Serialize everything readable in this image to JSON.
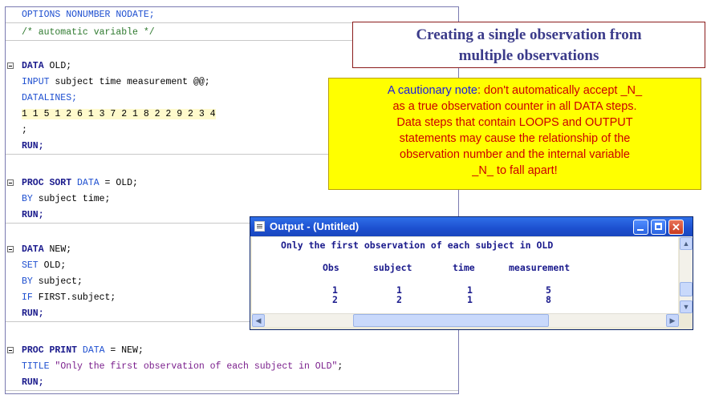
{
  "editor": {
    "l1": "OPTIONS NONUMBER NODATE;",
    "l2": "/* automatic variable */",
    "l4_kw": "DATA",
    "l4_tx": " OLD;",
    "l5_st": "INPUT",
    "l5_tx": " subject time measurement @@;",
    "l6": "DATALINES;",
    "l7": "1 1 5 1 2 6 1 3 7 2 1 8 2 2 9 2 3 4",
    "l8": ";",
    "l9": "RUN;",
    "l11_kw": "PROC SORT",
    "l11_st": " DATA",
    "l11_tx": " = OLD;",
    "l12_st": "BY",
    "l12_tx": " subject time;",
    "l13": "RUN;",
    "l15_kw": "DATA",
    "l15_tx": " NEW;",
    "l16_st": "SET",
    "l16_tx": " OLD;",
    "l17_st": "BY",
    "l17_tx": " subject;",
    "l18_st": "IF",
    "l18_tx": " FIRST.subject;",
    "l19": "RUN;",
    "l21_kw": "PROC PRINT",
    "l21_st": " DATA",
    "l21_tx": " = NEW;",
    "l22_st": "TITLE",
    "l22_str": " \"Only the first observation of each subject in OLD\"",
    "l22_tx": ";",
    "l23": "RUN;"
  },
  "title": {
    "line1": "Creating a single observation from",
    "line2": "multiple observations"
  },
  "note": {
    "lead": "A cautionary note",
    "l1_rest": ": don't automatically accept _N_",
    "l2": "as a true observation counter in all DATA steps.",
    "l3": "Data steps that contain LOOPS and OUTPUT",
    "l4": "statements may cause the relationship of the",
    "l5": "observation number and the internal variable",
    "l6": "_N_ to fall apart!"
  },
  "output": {
    "window_title": "Output - (Untitled)",
    "heading": "Only the first observation of each subject in OLD",
    "columns": [
      "Obs",
      "subject",
      "time",
      "measurement"
    ],
    "rows": [
      [
        "1",
        "1",
        "1",
        "5"
      ],
      [
        "2",
        "2",
        "1",
        "8"
      ]
    ]
  },
  "colors": {
    "keyword": "#1a1a8c",
    "statement": "#1e4fd0",
    "comment": "#2f7a2f",
    "note_bg": "#ffff00",
    "note_text": "#cc0000",
    "title_border": "#8a1a1a"
  }
}
